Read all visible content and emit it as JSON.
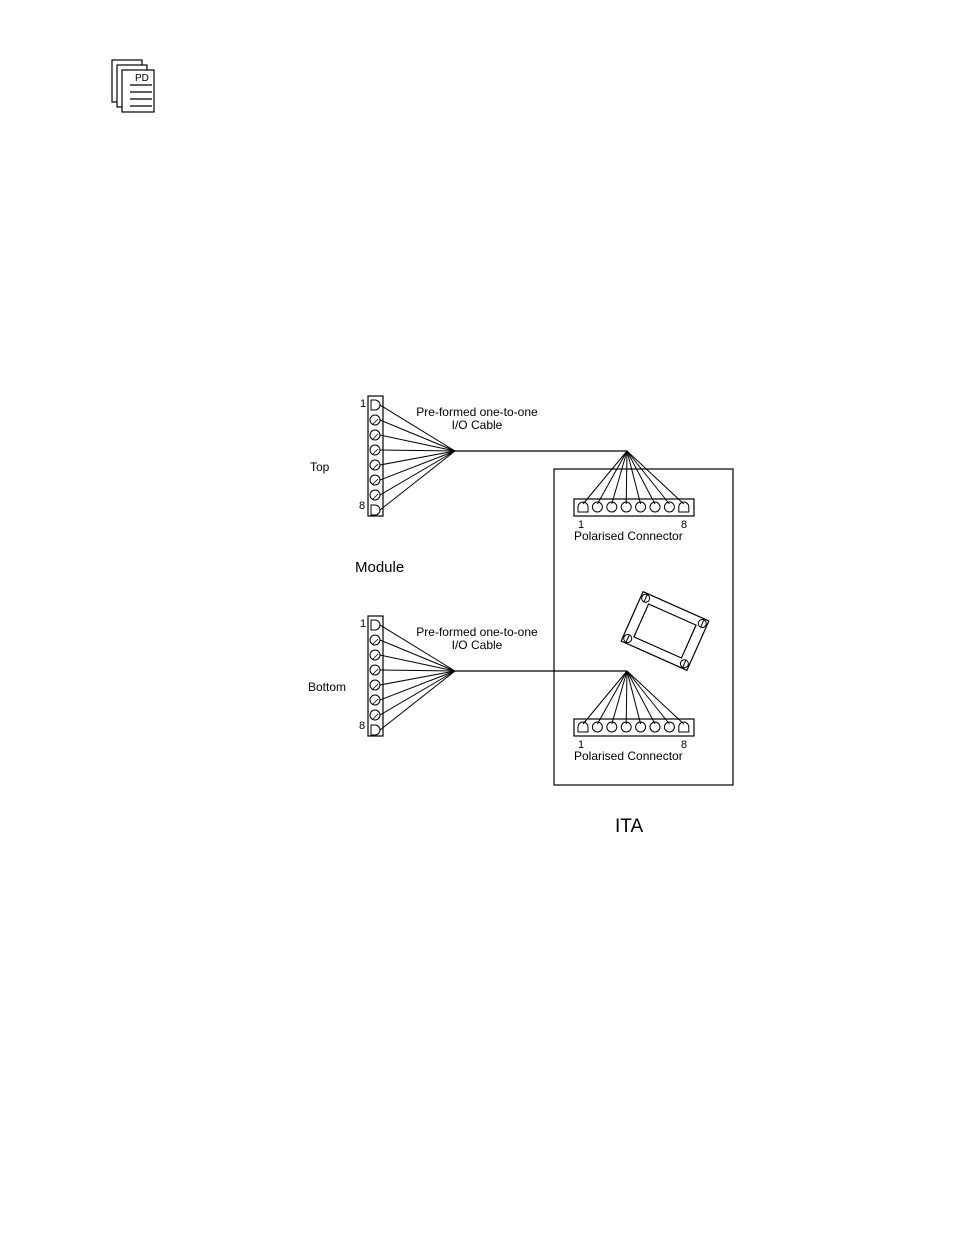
{
  "header_logo": {
    "text": "PD"
  },
  "module_label": "Module",
  "ita_label": "ITA",
  "top": {
    "side_label": "Top",
    "pin_first": "1",
    "pin_last": "8",
    "cable_line1": "Pre-formed one-to-one",
    "cable_line2": "I/O Cable",
    "connector_pin_first": "1",
    "connector_pin_last": "8",
    "connector_label": "Polarised Connector"
  },
  "bottom": {
    "side_label": "Bottom",
    "pin_first": "1",
    "pin_last": "8",
    "cable_line1": "Pre-formed one-to-one",
    "cable_line2": "I/O Cable",
    "connector_pin_first": "1",
    "connector_pin_last": "8",
    "connector_label": "Polarised Connector"
  }
}
